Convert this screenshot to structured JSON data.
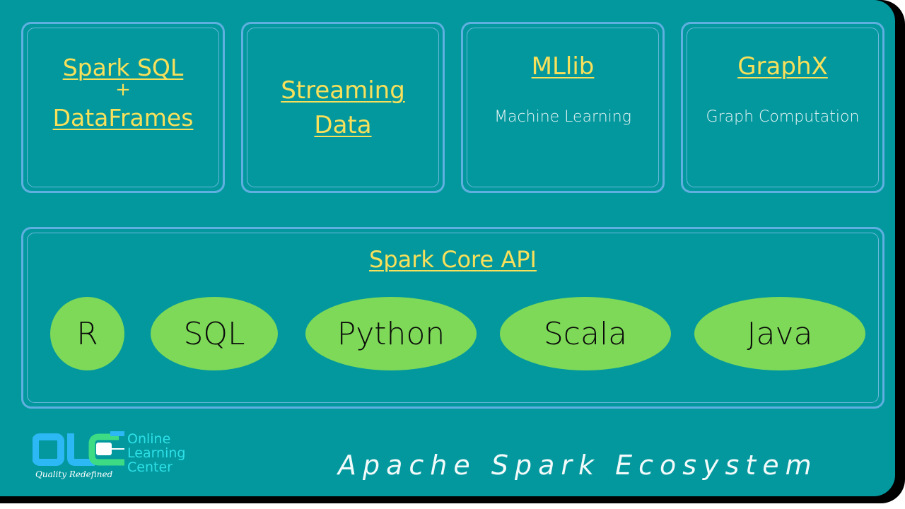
{
  "diagram": {
    "title": "Apache Spark Ecosystem",
    "colors": {
      "background": "#03989E",
      "box_border": "#5FB0E0",
      "title_text": "#F8E05A",
      "subtitle_text": "#EAF6F6",
      "language_fill": "#7DD957"
    },
    "modules": [
      {
        "title_lines": [
          "Spark SQL",
          "+",
          "DataFrames"
        ],
        "subtitle": ""
      },
      {
        "title_lines": [
          "Streaming",
          "Data"
        ],
        "subtitle": ""
      },
      {
        "title_lines": [
          "MLlib"
        ],
        "subtitle": "Machine Learning"
      },
      {
        "title_lines": [
          "GraphX"
        ],
        "subtitle": "Graph Computation"
      }
    ],
    "core": {
      "title": "Spark Core API",
      "languages": [
        "R",
        "SQL",
        "Python",
        "Scala",
        "Java"
      ]
    }
  },
  "branding": {
    "logo_letters": "OLC",
    "name_lines": [
      "Online",
      "Learning",
      "Center"
    ],
    "tagline": "Quality Redefined"
  }
}
